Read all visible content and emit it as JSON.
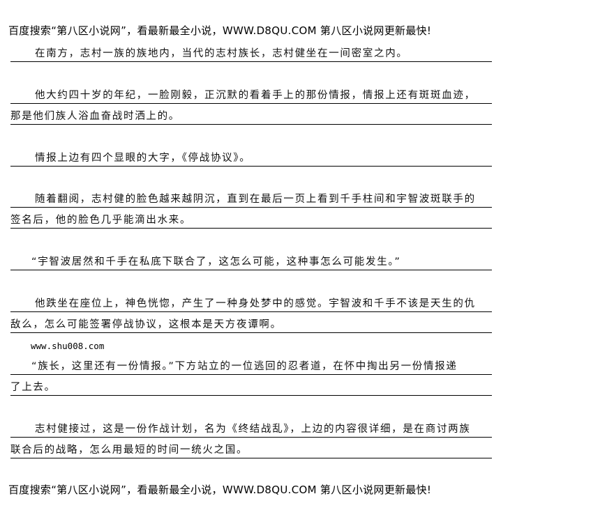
{
  "header_banner": "百度搜索“第八区小说网”，看最新最全小说，WWW.D8QU.COM  第八区小说网更新最快!",
  "paragraphs": [
    [
      "在南方，志村一族的族地内，当代的志村族长，志村健坐在一间密室之内。"
    ],
    [
      "他大约四十岁的年纪，一脸刚毅，正沉默的看着手上的那份情报，情报上还有斑斑血迹，",
      "那是他们族人浴血奋战时洒上的。"
    ],
    [
      "情报上边有四个显眼的大字，《停战协议》。"
    ],
    [
      "随着翻阅，志村健的脸色越来越阴沉，直到在最后一页上看到千手柱间和宇智波斑联手的",
      "签名后，他的脸色几乎能滴出水来。"
    ],
    [
      "“宇智波居然和千手在私底下联合了，这怎么可能，这种事怎么可能发生。”"
    ],
    [
      "他跌坐在座位上，神色恍惚，产生了一种身处梦中的感觉。宇智波和千手不该是天生的仇",
      "敌么，怎么可能签署停战协议，这根本是天方夜谭啊。"
    ],
    [
      "“族长，这里还有一份情报。”下方站立的一位逃回的忍者道，在怀中掏出另一份情报递",
      "了上去。"
    ],
    [
      "志村健接过，这是一份作战计划，名为《终结战乱》，上边的内容很详细，是在商讨两族",
      "联合后的战略，怎么用最短的时间一统火之国。"
    ]
  ],
  "inline_site": "www.shu008.com",
  "footer_banner": "百度搜索“第八区小说网”，看最新最全小说，WWW.D8QU.COM  第八区小说网更新最快!"
}
